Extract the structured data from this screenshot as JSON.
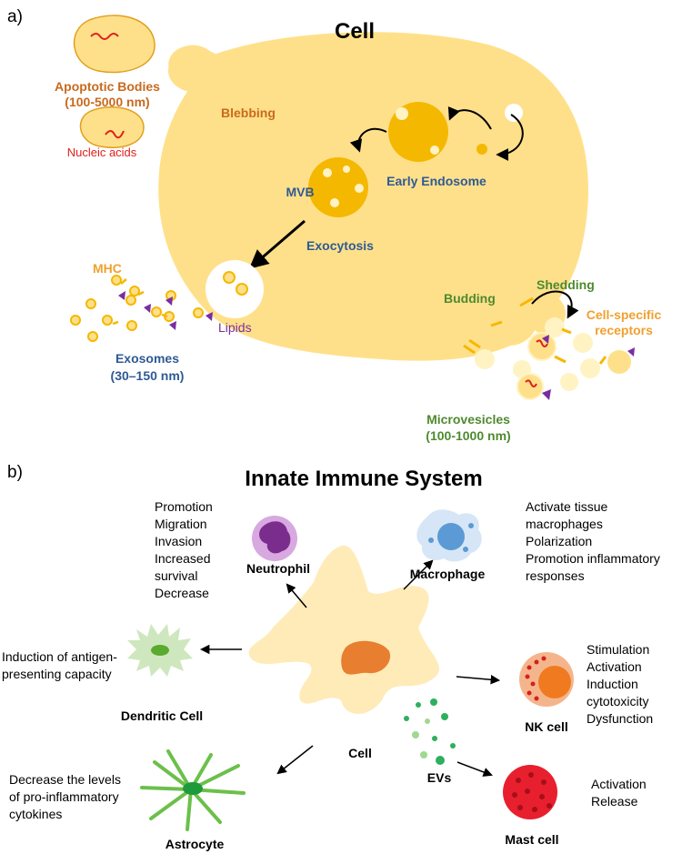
{
  "colors": {
    "cell": "#FFE08A",
    "dark_yellow": "#F5B800",
    "orange_text": "#C86A1E",
    "blue_text": "#2E5A94",
    "green_text": "#4E8A2E",
    "light_orange_text": "#F0A030",
    "red_text": "#E0201A",
    "purple": "#7A2DA0",
    "immune_cell": "#FFEBB8",
    "nucleus": "#E87E30"
  },
  "panel_a": {
    "label": "a)",
    "title": "Cell",
    "apoptotic": "Apoptotic Bodies",
    "apoptotic_size": "(100-5000 nm)",
    "nucleic_acids": "Nucleic acids",
    "blebbing": "Blebbing",
    "mvb": "MVB",
    "early_endosome": "Early Endosome",
    "exocytosis": "Exocytosis",
    "mhc": "MHC",
    "lipids": "Lipids",
    "exosomes": "Exosomes",
    "exosomes_size": "(30–150 nm)",
    "budding": "Budding",
    "shedding": "Shedding",
    "receptors_1": "Cell-specific",
    "receptors_2": "receptors",
    "microvesicles": "Microvesicles",
    "microvesicles_size": "(100-1000 nm)"
  },
  "panel_b": {
    "label": "b)",
    "title": "Innate Immune System",
    "center": "Cell",
    "evs": "EVs",
    "neutrophil": {
      "name": "Neutrophil",
      "effects": [
        "Promotion",
        "Migration",
        "Invasion",
        "Increased",
        "survival",
        "Decrease"
      ]
    },
    "macrophage": {
      "name": "Macrophage",
      "effects": [
        "Activate tissue",
        "macrophages",
        "Polarization",
        "Promotion inflammatory",
        "responses"
      ]
    },
    "dendritic": {
      "name": "Dendritic Cell",
      "effects": [
        "Induction of antigen-",
        "presenting capacity"
      ]
    },
    "nk": {
      "name": "NK cell",
      "effects": [
        "Stimulation",
        "Activation",
        "Induction",
        "cytotoxicity",
        "Dysfunction"
      ]
    },
    "astrocyte": {
      "name": "Astrocyte",
      "effects": [
        "Decrease the levels",
        "of pro-inflammatory",
        "cytokines"
      ]
    },
    "mast": {
      "name": "Mast cell",
      "effects": [
        "Activation",
        "Release"
      ]
    }
  }
}
